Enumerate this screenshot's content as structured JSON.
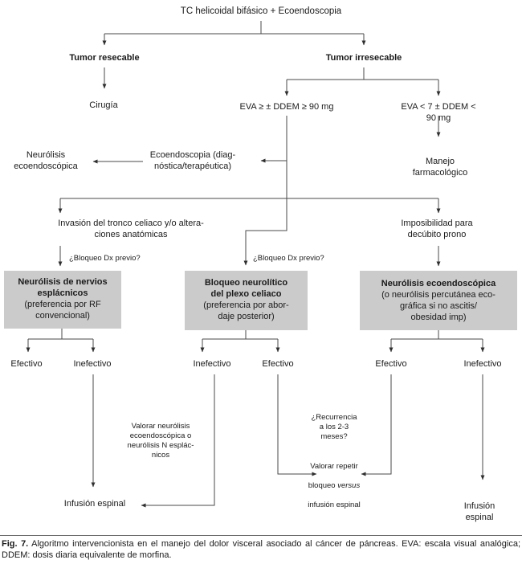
{
  "colors": {
    "box_fill": "#cbcbcb",
    "line": "#4a4a4a",
    "text": "#1a1a1a"
  },
  "root": {
    "label": "TC helicoidal bifásico + Ecoendoscopia"
  },
  "left_branch": {
    "resectable": "Tumor resecable",
    "surgery": "Cirugía"
  },
  "right_branch": {
    "unresectable": "Tumor irresecable",
    "eva_high": "EVA ≥ ± DDEM ≥ 90 mg",
    "eva_low": "EVA < 7 ± DDEM < 90 mg",
    "eus": "Ecoendoscopia (diag-\nnóstica/terapéutica)",
    "eus_neurolysis": "Neurólisis\necoendoscópica",
    "pharma": "Manejo farmacológico"
  },
  "criteria": {
    "invasion": "Invasión del tronco celiaco y/o altera-\nciones anatómicas",
    "prone": "Imposibilidad para\ndecúbito prono",
    "dx_block_left": "¿Bloqueo Dx previo?",
    "dx_block_mid": "¿Bloqueo Dx previo?"
  },
  "boxes": {
    "splanchnic": {
      "title": "Neurólisis de nervios\nesplácnicos",
      "sub": "(preferencia por RF\nconvencional)"
    },
    "celiac": {
      "title": "Bloqueo neurolítico\ndel plexo celiaco",
      "sub": "(preferencia por abor-\ndaje posterior)"
    },
    "eus": {
      "title": "Neurólisis ecoendoscópica",
      "sub": "(o neurólisis percutánea eco-\ngráfica si no ascitis/\nobesidad imp)"
    }
  },
  "outcomes": {
    "splanchnic_effective": "Efectivo",
    "splanchnic_ineffective": "Inefectivo",
    "celiac_ineffective": "Inefectivo",
    "celiac_effective": "Efectivo",
    "eus_effective": "Efectivo",
    "eus_ineffective": "Inefectivo"
  },
  "notes": {
    "consider_neurolysis": "Valorar neurólisis\necoendoscópica o\nneurólisis N esplác-\nnicos",
    "recurrence": "¿Recurrencia\na los 2-3\nmeses?",
    "repeat_line1": "Valorar repetir",
    "repeat_pre": "bloqueo ",
    "repeat_versus": "versus",
    "repeat_line3": "infusión espinal",
    "spinal_left": "Infusión espinal",
    "spinal_right": "Infusión espinal"
  },
  "caption": {
    "label": "Fig. 7.",
    "text": " Algoritmo intervencionista en el manejo del dolor visceral asociado al cáncer de páncreas. EVA: escala visual analógica; DDEM: dosis diaria equivalente de morfina."
  }
}
